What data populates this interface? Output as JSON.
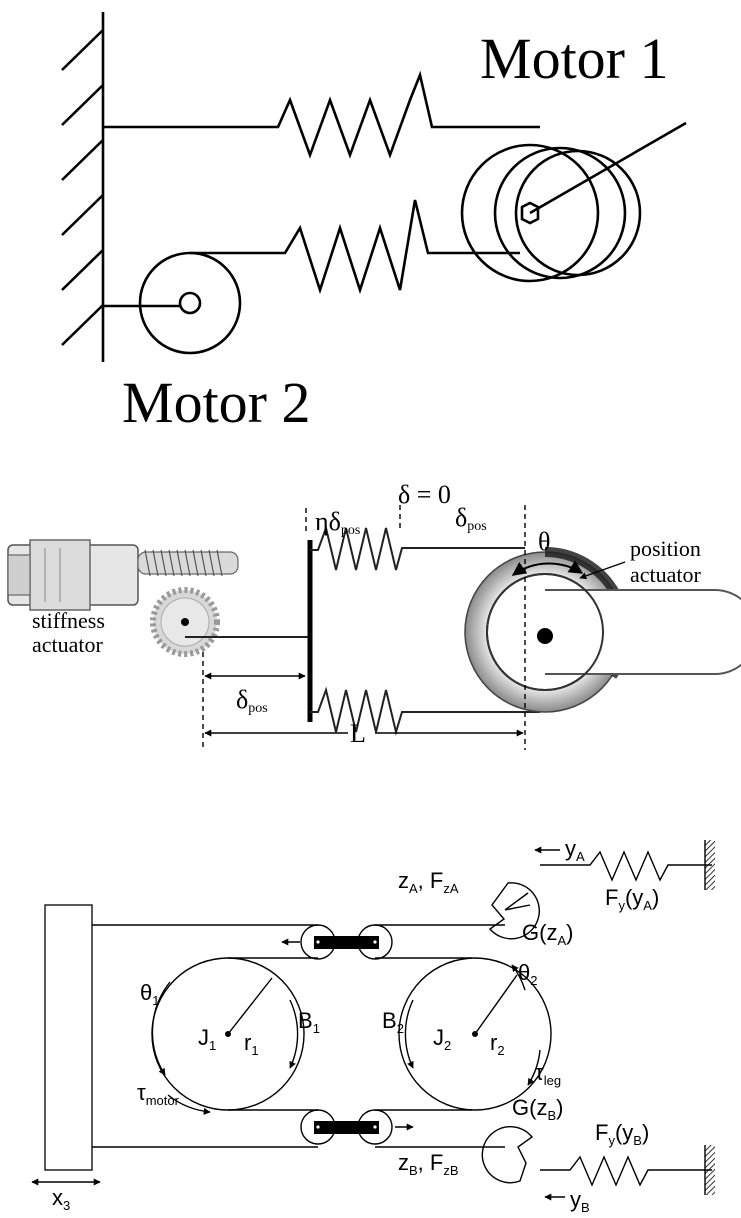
{
  "figure_1": {
    "motor1_label": "Motor 1",
    "motor2_label": "Motor 2"
  },
  "figure_2": {
    "stiffness_actuator_line1": "stiffness",
    "stiffness_actuator_line2": "actuator",
    "position_actuator_line1": "position",
    "position_actuator_line2": "actuator",
    "delta_zero": "δ = 0",
    "eta_delta_pos": {
      "main": "ηδ",
      "sub": "pos"
    },
    "delta_pos_top": {
      "main": "δ",
      "sub": "pos"
    },
    "delta_pos_bottom": {
      "main": "δ",
      "sub": "pos"
    },
    "theta": "θ",
    "length": "L"
  },
  "figure_3": {
    "yA": {
      "main": "y",
      "sub": "A"
    },
    "FyyA": {
      "main": "F",
      "sub1": "y",
      "paren": "(y",
      "sub2": "A",
      "close": ")"
    },
    "zA_FzA": {
      "z": "z",
      "zsub": "A",
      "comma": ", F",
      "fsub": "zA"
    },
    "GzA": {
      "main": "G(z",
      "sub": "A",
      "close": ")"
    },
    "theta1": {
      "main": "θ",
      "sub": "1"
    },
    "theta2": {
      "main": "θ",
      "sub": "2"
    },
    "J1": {
      "main": "J",
      "sub": "1"
    },
    "J2": {
      "main": "J",
      "sub": "2"
    },
    "r1": {
      "main": "r",
      "sub": "1"
    },
    "r2": {
      "main": "r",
      "sub": "2"
    },
    "B1": {
      "main": "B",
      "sub": "1"
    },
    "B2": {
      "main": "B",
      "sub": "2"
    },
    "tau_leg": {
      "main": "τ",
      "sub": "leg"
    },
    "tau_motor": {
      "main": "τ",
      "sub": "motor"
    },
    "zB_FzB": {
      "z": "z",
      "zsub": "B",
      "comma": ", F",
      "fsub": "zB"
    },
    "GzB": {
      "main": "G(z",
      "sub": "B",
      "close": ")"
    },
    "FyyB": {
      "main": "F",
      "sub1": "y",
      "paren": "(y",
      "sub2": "B",
      "close": ")"
    },
    "yB": {
      "main": "y",
      "sub": "B"
    },
    "x3": {
      "main": "x",
      "sub": "3"
    }
  }
}
